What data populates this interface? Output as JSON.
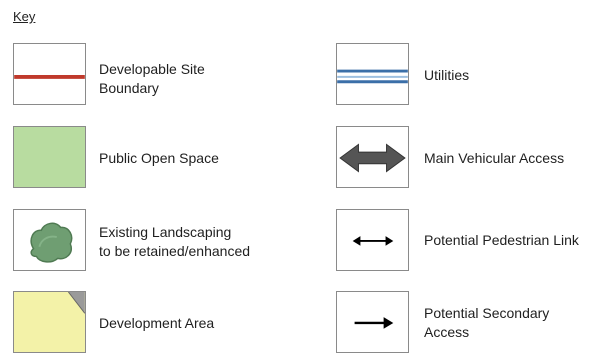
{
  "key": {
    "title": "Key",
    "items": [
      {
        "label": "Developable Site\nBoundary",
        "icon": "red-line-icon",
        "color": "#c0392b"
      },
      {
        "label": "Utilities",
        "icon": "double-blue-line-icon",
        "color": "#3b6fa8"
      },
      {
        "label": "Public Open Space",
        "icon": "green-fill-icon",
        "color": "#b8dca0"
      },
      {
        "label": "Main Vehicular Access",
        "icon": "double-arrow-large-icon",
        "color": "#555555"
      },
      {
        "label": "Existing Landscaping\nto be retained/enhanced",
        "icon": "tree-canopy-icon",
        "color": "#6f9e72"
      },
      {
        "label": "Potential Pedestrian Link",
        "icon": "double-arrow-small-icon",
        "color": "#000000"
      },
      {
        "label": "Development Area",
        "icon": "yellow-fill-icon",
        "color": "#f3f2a8"
      },
      {
        "label": "Potential Secondary\nAccess",
        "icon": "single-arrow-icon",
        "color": "#000000"
      }
    ]
  }
}
